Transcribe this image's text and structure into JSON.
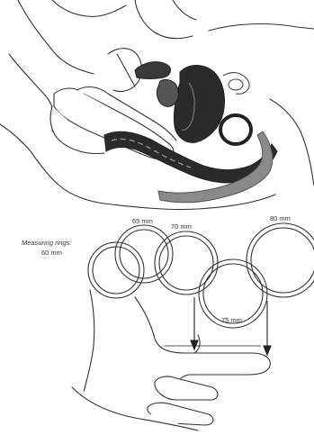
{
  "measuring_label": {
    "line1": "Measuring rings:",
    "line2": "60 mm"
  },
  "rings": [
    {
      "label": "65 mm"
    },
    {
      "label": "70 mm"
    },
    {
      "label": "75 mm"
    },
    {
      "label": "80 mm"
    }
  ]
}
